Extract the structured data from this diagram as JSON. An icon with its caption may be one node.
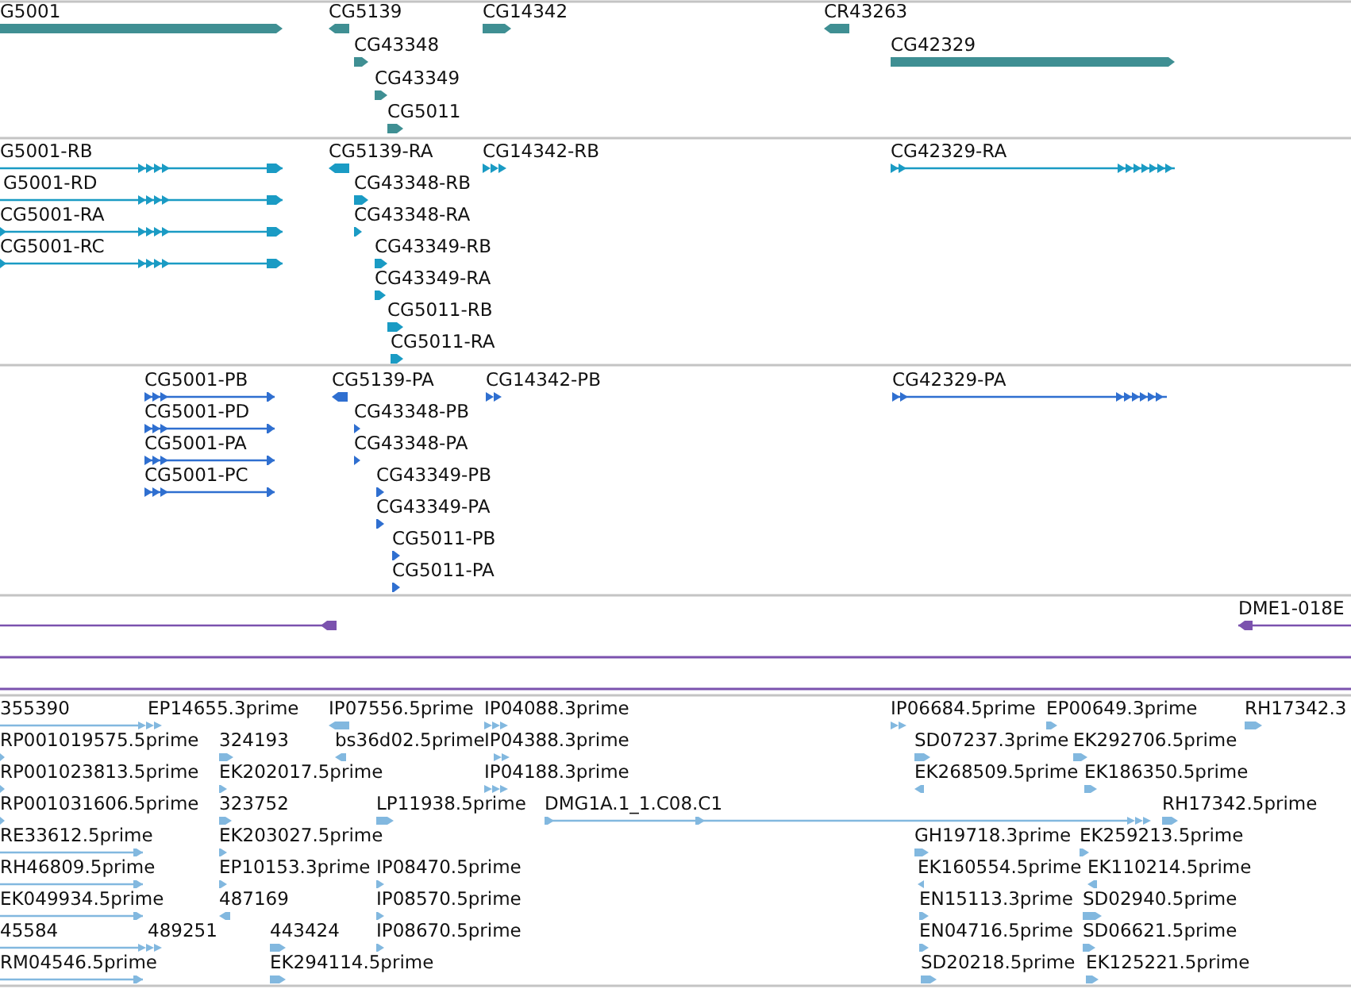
{
  "diagram": {
    "labels": [
      "G5001",
      "CG5139",
      "CG14342",
      "CR43263",
      "CG43348",
      "CG42329",
      "CG43349",
      "CG5011",
      "G5001-RB",
      "CG5139-RA",
      "CG14342-RB",
      "CG42329-RA",
      "G5001-RD",
      "CG43348-RB",
      "CG5001-RA",
      "CG43348-RA",
      "CG5001-RC",
      "CG43349-RB",
      "CG43349-RA",
      "CG5011-RB",
      "CG5011-RA",
      "CG5001-PB",
      "CG5139-PA",
      "CG14342-PB",
      "CG42329-PA",
      "CG5001-PD",
      "CG43348-PB",
      "CG5001-PA",
      "CG43348-PA",
      "CG5001-PC",
      "CG43349-PB",
      "CG43349-PA",
      "CG5011-PB",
      "CG5011-PA",
      "DME1-018E",
      "355390",
      "EP14655.3prime",
      "IP07556.5prime",
      "IP04088.3prime",
      "IP06684.5prime",
      "EP00649.3prime",
      "RH17342.3",
      "RP001019575.5prime",
      "324193",
      "bs36d02.5prime",
      "IP04388.3prime",
      "SD07237.3prime",
      "EK292706.5prime",
      "RP001023813.5prime",
      "EK202017.5prime",
      "IP04188.3prime",
      "EK268509.5prime",
      "EK186350.5prime",
      "RP001031606.5prime",
      "323752",
      "LP11938.5prime",
      "DMG1A.1_1.C08.C1",
      "RH17342.5prime",
      "RE33612.5prime",
      "EK203027.5prime",
      "GH19718.3prime",
      "EK259213.5prime",
      "RH46809.5prime",
      "EP10153.3prime",
      "IP08470.5prime",
      "EK160554.5prime",
      "EK110214.5prime",
      "EK049934.5prime",
      "487169",
      "IP08570.5prime",
      "EN15113.3prime",
      "SD02940.5prime",
      "45584",
      "489251",
      "443424",
      "IP08670.5prime",
      "EN04716.5prime",
      "SD06621.5prime",
      "RM04546.5prime",
      "EK294114.5prime",
      "SD20218.5prime",
      "EK125221.5prime"
    ]
  }
}
